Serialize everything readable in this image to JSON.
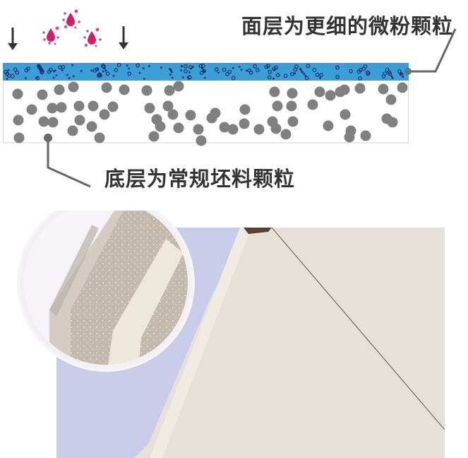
{
  "diagram": {
    "top_label": "面层为更细的微粉颗粒",
    "bottom_label": "底层为常规坯料颗粒",
    "icons": {
      "arrow_left": "arrow-down-icon",
      "arrow_right": "arrow-down-icon",
      "droplets": "liquid-droplet-icon"
    },
    "colors": {
      "top_layer": "#3a9fd6",
      "fine_particles": "#1a2f6e",
      "coarse_particles": "#808080",
      "droplet": "#d0206a",
      "leader_line": "#666666",
      "label_text": "#333333",
      "arrow": "#333333",
      "body_border": "#d6d6d6"
    }
  },
  "photo": {
    "description": "ceramic-tile-closeup",
    "colors": {
      "background": "#c9cbe8",
      "tile_surface": "#e6e1d8",
      "magnifier_ring": "#f4f2f4",
      "grout": "#ece6dc",
      "tile_inset": "#c8bfb4"
    }
  }
}
